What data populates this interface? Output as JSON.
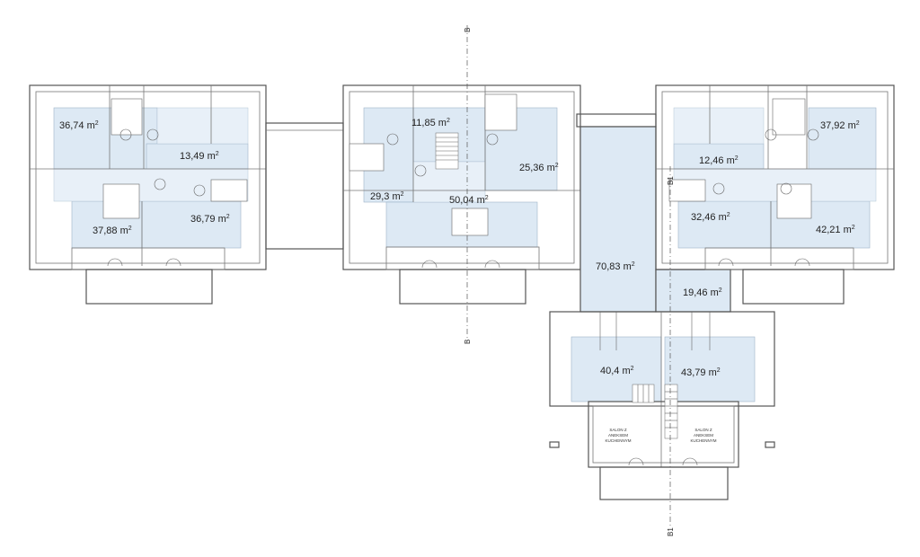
{
  "axes": {
    "b_top": "B",
    "b_bottom": "B",
    "b1_mid": "B1",
    "b1_bottom": "B1"
  },
  "areas": {
    "left_top": "36,74 m",
    "left_mid": "13,49 m",
    "left_bl": "37,88 m",
    "left_br": "36,79 m",
    "center_top": "11,85 m",
    "center_right": "25,36 m",
    "center_left": "29,3 m",
    "center_mid": "50,04 m",
    "corridor": "70,83 m",
    "small_right": "19,46 m",
    "right_mid": "12,46 m",
    "right_top": "37,92 m",
    "right_bl": "32,46 m",
    "right_br": "42,21 m",
    "bottom_left": "40,4 m",
    "bottom_right": "43,79 m"
  },
  "area_unit_exponent": "2",
  "room_labels": {
    "left_l1": "SALON Z",
    "left_l2": "ANEKSEM",
    "left_l3": "KUCHENNYM",
    "right_l1": "SALON Z",
    "right_l2": "ANEKSEM",
    "right_l3": "KUCHENNYM"
  },
  "colors": {
    "room_fill": "#dde9f4",
    "wall": "#555555"
  }
}
